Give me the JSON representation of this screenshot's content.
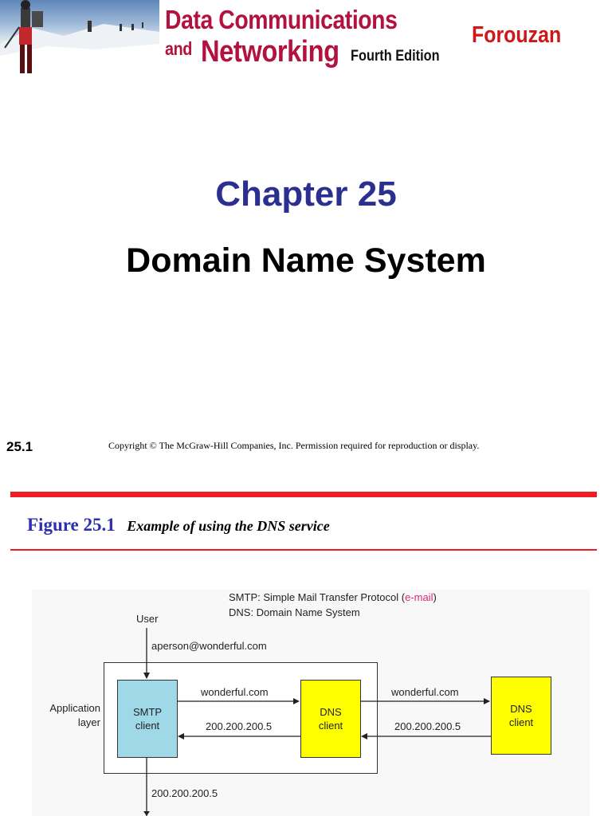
{
  "slide1": {
    "banner": {
      "title_line1": "Data Communications",
      "title_and": "and",
      "title_networking": "Networking",
      "edition": "Fourth Edition",
      "author": "Forouzan"
    },
    "chapter": "Chapter 25",
    "subtitle": "Domain Name System",
    "slide_number": "25.1",
    "copyright": "Copyright © The McGraw-Hill Companies, Inc. Permission required for reproduction or display."
  },
  "slide2": {
    "figure_number": "Figure 25.1",
    "figure_title": "Example of using the DNS service",
    "diagram": {
      "legend_smtp_prefix": "SMTP: Simple Mail Transfer Protocol (",
      "legend_smtp_email": "e-mail",
      "legend_smtp_suffix": ")",
      "legend_dns": "DNS: Domain Name System",
      "user_label": "User",
      "email_address": "aperson@wonderful.com",
      "app_layer_line1": "Application",
      "app_layer_line2": "layer",
      "smtp_line1": "SMTP",
      "smtp_line2": "client",
      "dns_client_line1": "DNS",
      "dns_client_line2": "client",
      "dns_server_line1": "DNS",
      "dns_server_line2": "client",
      "query_local": "wonderful.com",
      "reply_local": "200.200.200.5",
      "query_remote": "wonderful.com",
      "reply_remote": "200.200.200.5",
      "result_ip": "200.200.200.5"
    },
    "colors": {
      "accent_red": "#ee1c24",
      "figure_blue": "#2b2fb0",
      "smtp_box": "#9fd9e8",
      "dns_box": "#ffff00"
    }
  }
}
